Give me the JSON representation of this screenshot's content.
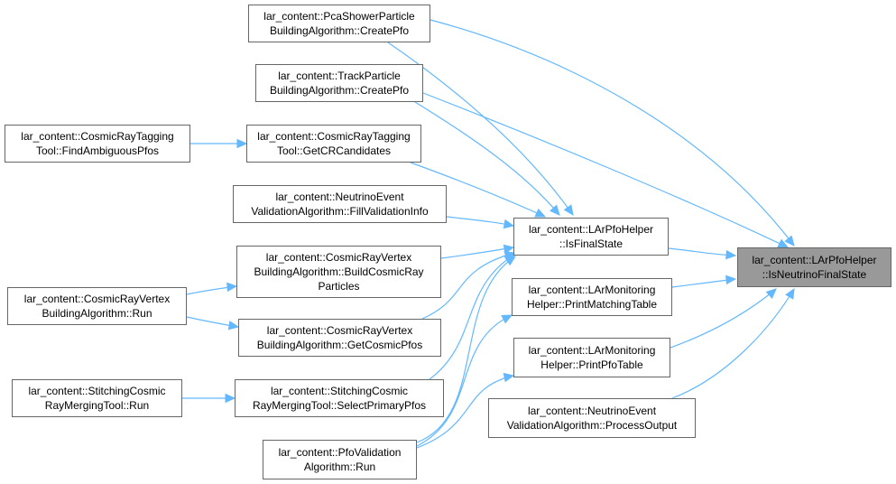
{
  "graph": {
    "nodes": {
      "target": [
        "lar_content::LArPfoHelper",
        "::IsNeutrinoFinalState"
      ],
      "pca": [
        "lar_content::PcaShowerParticle",
        "BuildingAlgorithm::CreatePfo"
      ],
      "track": [
        "lar_content::TrackParticle",
        "BuildingAlgorithm::CreatePfo"
      ],
      "crt_find": [
        "lar_content::CosmicRayTagging",
        "Tool::FindAmbiguousPfos"
      ],
      "crt_get": [
        "lar_content::CosmicRayTagging",
        "Tool::GetCRCandidates"
      ],
      "nev_fill": [
        "lar_content::NeutrinoEvent",
        "ValidationAlgorithm::FillValidationInfo"
      ],
      "isfinal": [
        "lar_content::LArPfoHelper",
        "::IsFinalState"
      ],
      "crv_build": [
        "lar_content::CosmicRayVertex",
        "BuildingAlgorithm::BuildCosmicRay",
        "Particles"
      ],
      "crv_run": [
        "lar_content::CosmicRayVertex",
        "BuildingAlgorithm::Run"
      ],
      "mon_match": [
        "lar_content::LArMonitoring",
        "Helper::PrintMatchingTable"
      ],
      "crv_get": [
        "lar_content::CosmicRayVertex",
        "BuildingAlgorithm::GetCosmicPfos"
      ],
      "mon_pfo": [
        "lar_content::LArMonitoring",
        "Helper::PrintPfoTable"
      ],
      "scm_run": [
        "lar_content::StitchingCosmic",
        "RayMergingTool::Run"
      ],
      "scm_sel": [
        "lar_content::StitchingCosmic",
        "RayMergingTool::SelectPrimaryPfos"
      ],
      "nev_proc": [
        "lar_content::NeutrinoEvent",
        "ValidationAlgorithm::ProcessOutput"
      ],
      "pfoval": [
        "lar_content::PfoValidation",
        "Algorithm::Run"
      ]
    },
    "colors": {
      "edge": "#63b8ff",
      "node_border": "#666666",
      "target_fill": "#999999"
    }
  }
}
